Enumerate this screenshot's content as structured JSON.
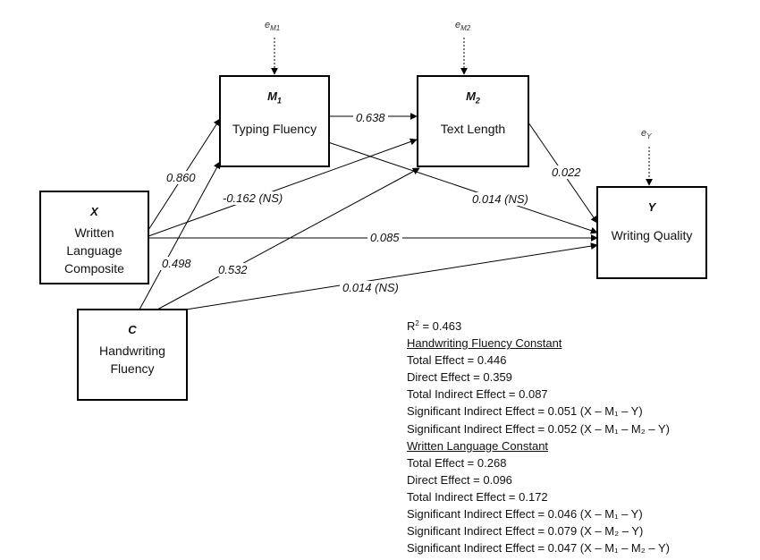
{
  "nodes": {
    "x": {
      "code": "X",
      "label_lines": [
        "Written",
        "Language",
        "Composite"
      ]
    },
    "c": {
      "code": "C",
      "label_lines": [
        "Handwriting",
        "Fluency"
      ]
    },
    "m1": {
      "code": "M",
      "code_sub": "1",
      "label": "Typing Fluency"
    },
    "m2": {
      "code": "M",
      "code_sub": "2",
      "label": "Text Length"
    },
    "y": {
      "code": "Y",
      "label": "Writing Quality"
    }
  },
  "errors": {
    "m1": {
      "base": "e",
      "sub": "M1"
    },
    "m2": {
      "base": "e",
      "sub": "M2"
    },
    "y": {
      "base": "e",
      "sub": "Y"
    }
  },
  "paths": {
    "x_m1": "0.860",
    "m1_m2": "0.638",
    "x_m2": "-0.162 (NS)",
    "m1_y": "0.014 (NS)",
    "m2_y": "0.022",
    "x_y": "0.085",
    "c_m1": "0.498",
    "c_m2": "0.532",
    "c_y": "0.014 (NS)"
  },
  "stats": {
    "r2_prefix": "R",
    "r2_sup": "2",
    "r2_value": " = 0.463",
    "handwriting_constant": {
      "heading": "Handwriting Fluency Constant",
      "lines": [
        "Total Effect = 0.446",
        "Direct Effect = 0.359",
        "Total Indirect Effect = 0.087",
        "Significant Indirect Effect = 0.051 (X – M₁ – Y)",
        "Significant Indirect Effect = 0.052 (X – M₁ – M₂ – Y)"
      ]
    },
    "language_constant": {
      "heading": "Written Language Constant",
      "lines": [
        "Total Effect = 0.268",
        "Direct Effect = 0.096",
        "Total Indirect Effect = 0.172",
        "Significant Indirect Effect = 0.046 (X – M₁ – Y)",
        "Significant Indirect Effect = 0.079 (X – M₂ – Y)",
        "Significant Indirect Effect = 0.047 (X – M₁ – M₂ – Y)"
      ]
    }
  }
}
